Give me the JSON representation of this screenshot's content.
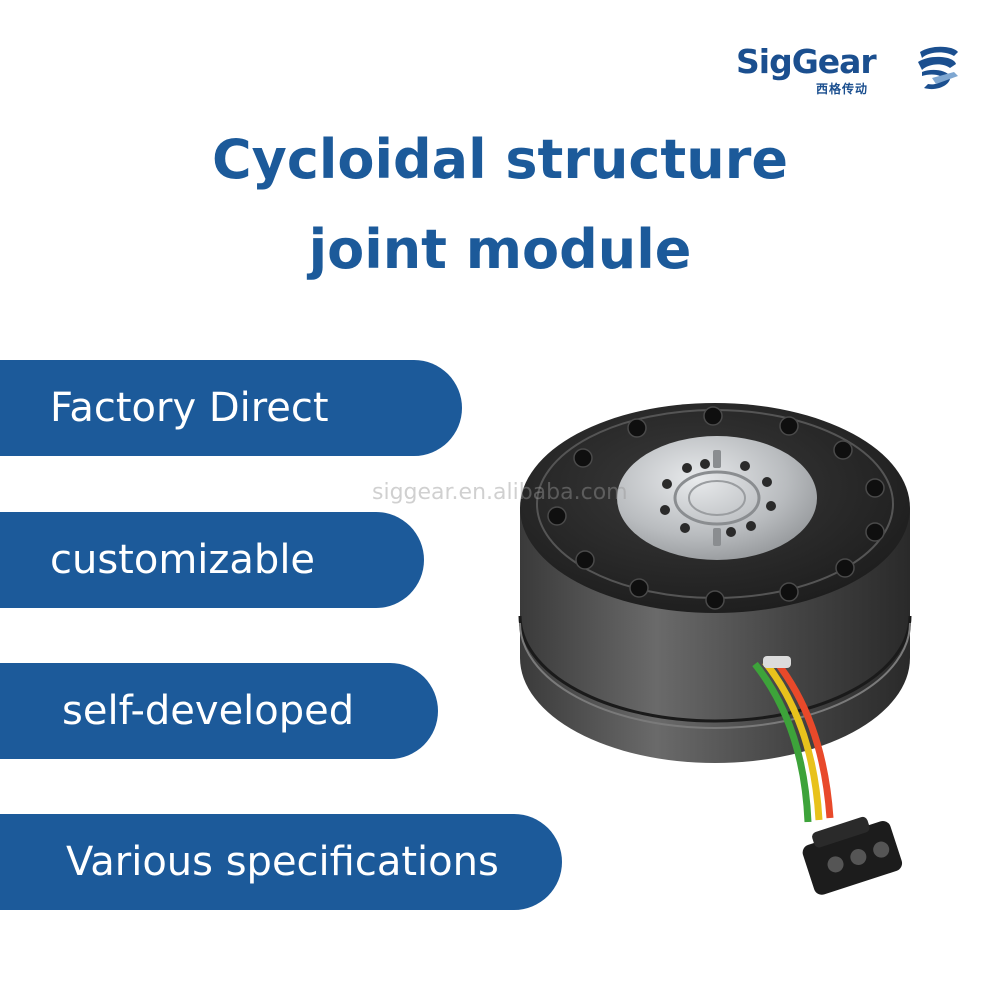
{
  "brand": {
    "name": "SigGear",
    "subtitle": "西格传动",
    "color": "#1b4f8f"
  },
  "headline": {
    "line1": "Cycloidal structure",
    "line2": "joint module",
    "color": "#1c5a9a"
  },
  "features": [
    {
      "label": "Factory Direct"
    },
    {
      "label": "customizable"
    },
    {
      "label": "self-developed"
    },
    {
      "label": "Various specifications"
    }
  ],
  "watermark": "siggear.en.alibaba.com",
  "product_image": {
    "subject": "cycloidal-joint-module",
    "body_color": "#2b2b2b",
    "flange_color": "#b9bcbf",
    "cable_colors": [
      "#e8492a",
      "#e8c21c",
      "#3da33a"
    ]
  }
}
